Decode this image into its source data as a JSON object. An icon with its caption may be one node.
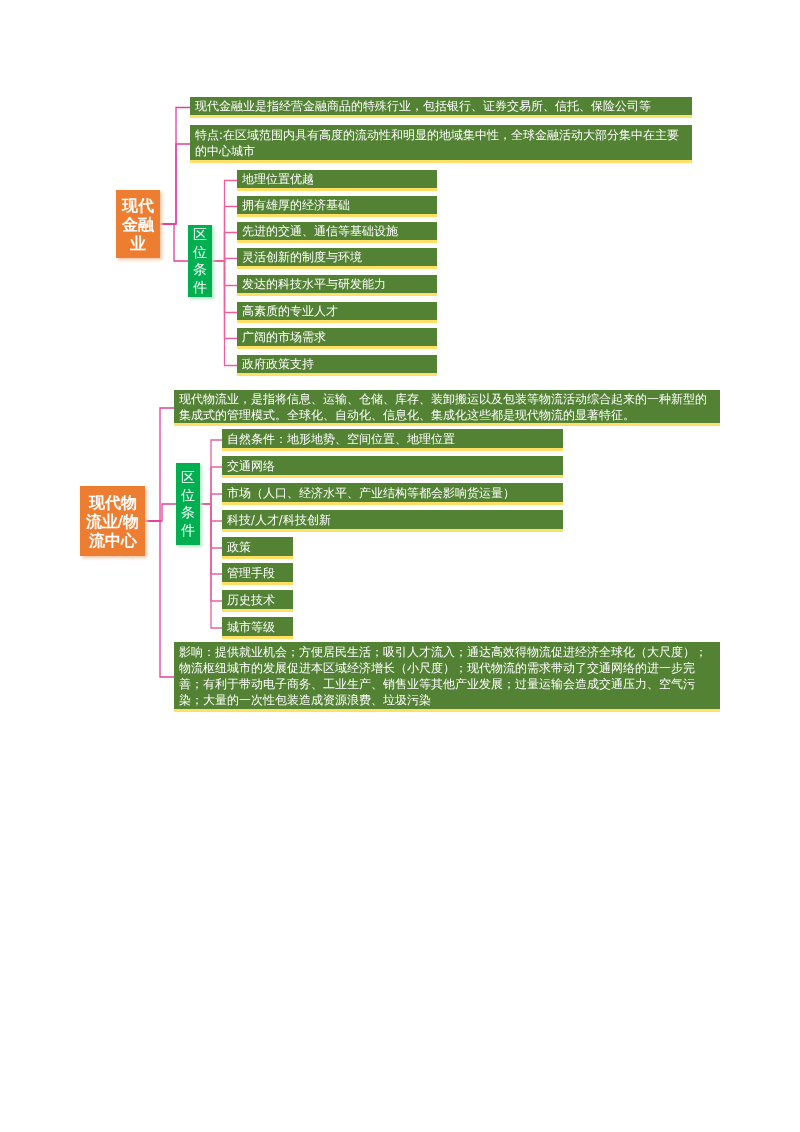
{
  "diagram": {
    "nodes": [
      {
        "text": [
          "现代金融业"
        ]
      },
      {
        "text": [
          "现代金融业是指经营金融商品的特殊行业，包括银行、证券交易所、信托、保险公司等"
        ]
      },
      {
        "text": [
          "特点:在区域范围内具有高度的流动性和明显的地域集中性，全球金融活动大部分集中在主要的中心城市"
        ]
      },
      {
        "text": [
          "区位条件"
        ]
      },
      {
        "text": [
          "地理位置优越"
        ]
      },
      {
        "text": [
          "拥有雄厚的经济基础"
        ]
      },
      {
        "text": [
          "先进的交通、通信等基础设施"
        ]
      },
      {
        "text": [
          "灵活创新的制度与环境"
        ]
      },
      {
        "text": [
          "发达的科技水平与研发能力"
        ]
      },
      {
        "text": [
          "高素质的专业人才"
        ]
      },
      {
        "text": [
          "广阔的市场需求"
        ]
      },
      {
        "text": [
          "政府政策支持"
        ]
      },
      {
        "text": [
          "现代物流业/物流中心"
        ]
      },
      {
        "text": [
          "现代物流业，是指将信息、运输、仓储、库存、装卸搬运以及包装等物流活动综合起来的一种新型的集成式的管理模式。全球化、自动化、信息化、集成化这些都是现代物流的显著特征。"
        ]
      },
      {
        "text": [
          "区位条件"
        ]
      },
      {
        "text": [
          "自然条件：地形地势、空间位置、地理位置"
        ]
      },
      {
        "text": [
          "交通网络"
        ]
      },
      {
        "text": [
          "市场（人口、经济水平、产业结构等都会影响货运量）"
        ]
      },
      {
        "text": [
          "科技/人才/科技创新"
        ]
      },
      {
        "text": [
          "政策"
        ]
      },
      {
        "text": [
          "管理手段"
        ]
      },
      {
        "text": [
          "历史技术"
        ]
      },
      {
        "text": [
          "城市等级"
        ]
      },
      {
        "text": [
          "影响：提供就业机会；方便居民生活；吸引人才流入；通达高效得物流促进经济全球化（大尺度）；物流枢纽城市的发展促进本区域经济增长（小尺度）；现代物流的需求带动了交通网络的进一步完善；有利于带动电子商务、工业生产、销售业等其他产业发展；过量运输会造成交通压力、空气污染；大量的一次性包装造成资源浪费、垃圾污染"
        ]
      }
    ],
    "edges": [
      {
        "from": 0,
        "to": 1,
        "arrow": "none"
      },
      {
        "from": 0,
        "to": 2,
        "arrow": "none"
      },
      {
        "from": 0,
        "to": 3,
        "arrow": "none"
      },
      {
        "from": 3,
        "to": 4,
        "arrow": "none"
      },
      {
        "from": 3,
        "to": 5,
        "arrow": "none"
      },
      {
        "from": 3,
        "to": 6,
        "arrow": "none"
      },
      {
        "from": 3,
        "to": 7,
        "arrow": "none"
      },
      {
        "from": 3,
        "to": 8,
        "arrow": "none"
      },
      {
        "from": 3,
        "to": 9,
        "arrow": "none"
      },
      {
        "from": 3,
        "to": 10,
        "arrow": "none"
      },
      {
        "from": 3,
        "to": 11,
        "arrow": "none"
      },
      {
        "from": 12,
        "to": 13,
        "arrow": "none"
      },
      {
        "from": 12,
        "to": 14,
        "arrow": "none"
      },
      {
        "from": 12,
        "to": 23,
        "arrow": "none"
      },
      {
        "from": 14,
        "to": 15,
        "arrow": "none"
      },
      {
        "from": 14,
        "to": 16,
        "arrow": "none"
      },
      {
        "from": 14,
        "to": 17,
        "arrow": "none"
      },
      {
        "from": 14,
        "to": 18,
        "arrow": "none"
      },
      {
        "from": 14,
        "to": 19,
        "arrow": "none"
      },
      {
        "from": 14,
        "to": 20,
        "arrow": "none"
      },
      {
        "from": 14,
        "to": 21,
        "arrow": "none"
      },
      {
        "from": 14,
        "to": 22,
        "arrow": "none"
      }
    ]
  }
}
